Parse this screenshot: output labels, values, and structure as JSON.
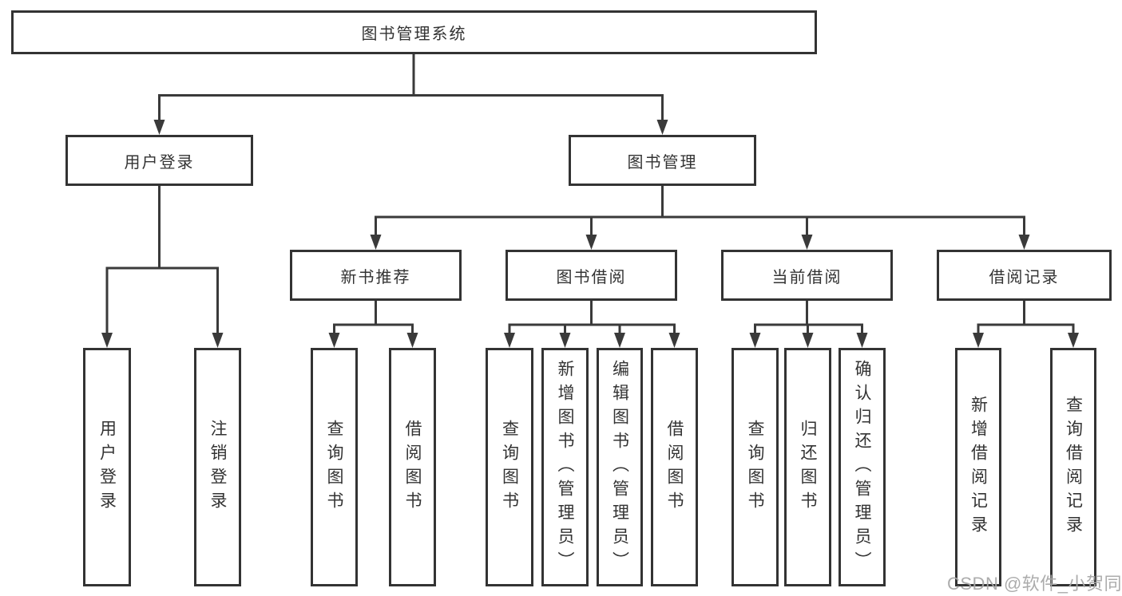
{
  "colors": {
    "background": "#ffffff",
    "line": "#3a3a3a",
    "box_border": "#333333",
    "box_fill": "#ffffff",
    "text": "#333333",
    "watermark": "#a8a8a8"
  },
  "watermark": {
    "text": "CSDN @软件_小贺同学"
  },
  "tree": {
    "label": "图书管理系统",
    "children": [
      {
        "label": "用户登录",
        "children": [
          {
            "label": "用户登录"
          },
          {
            "label": "注销登录"
          }
        ]
      },
      {
        "label": "图书管理",
        "children": [
          {
            "label": "新书推荐",
            "children": [
              {
                "label": "查询图书"
              },
              {
                "label": "借阅图书"
              }
            ]
          },
          {
            "label": "图书借阅",
            "children": [
              {
                "label": "查询图书"
              },
              {
                "label": "新增图书（管理员）"
              },
              {
                "label": "编辑图书（管理员）"
              },
              {
                "label": "借阅图书"
              }
            ]
          },
          {
            "label": "当前借阅",
            "children": [
              {
                "label": "查询图书"
              },
              {
                "label": "归还图书"
              },
              {
                "label": "确认归还（管理员）"
              }
            ]
          },
          {
            "label": "借阅记录",
            "children": [
              {
                "label": "新增借阅记录"
              },
              {
                "label": "查询借阅记录"
              }
            ]
          }
        ]
      }
    ]
  }
}
